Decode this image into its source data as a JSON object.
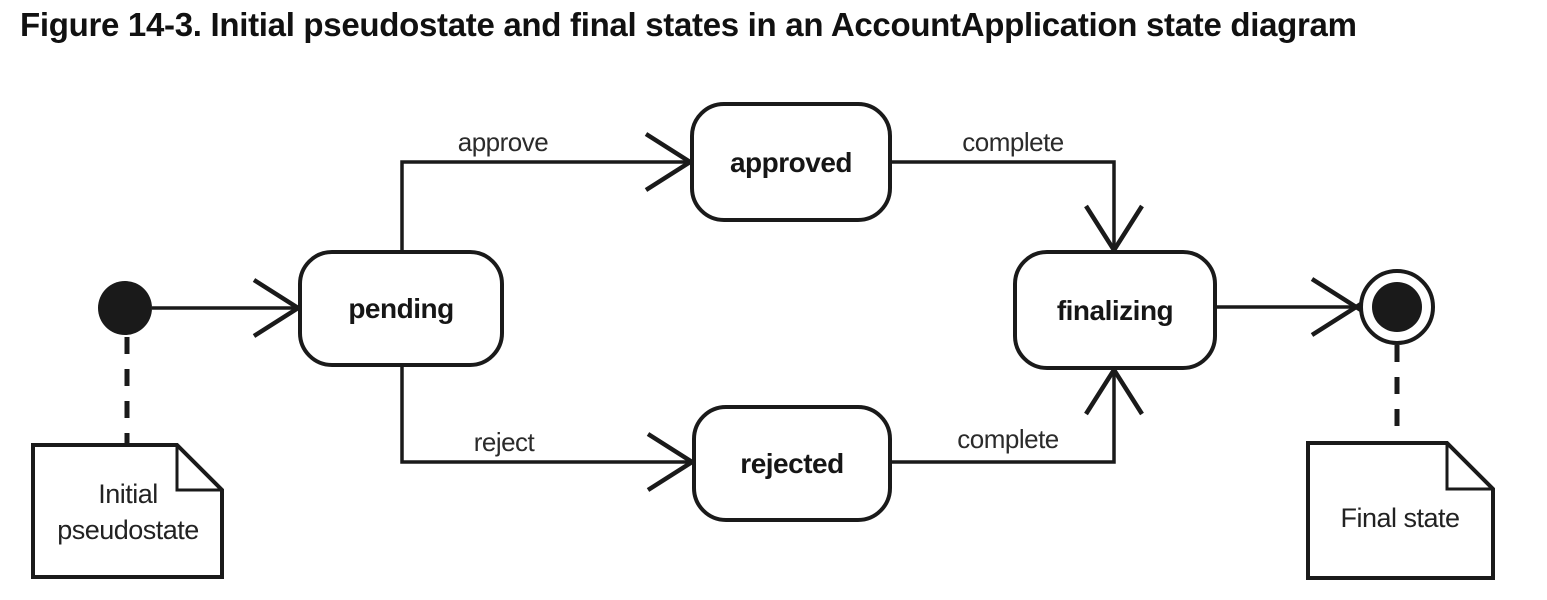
{
  "title": "Figure 14-3. Initial pseudostate and final states in an AccountApplication state diagram",
  "colors": {
    "ink": "#1a1a1a",
    "background": "#ffffff"
  },
  "diagram": {
    "type": "uml-state-diagram",
    "subject": "AccountApplication",
    "states": [
      {
        "id": "pending",
        "label": "pending"
      },
      {
        "id": "approved",
        "label": "approved"
      },
      {
        "id": "rejected",
        "label": "rejected"
      },
      {
        "id": "finalizing",
        "label": "finalizing"
      }
    ],
    "pseudostates": [
      {
        "id": "initial",
        "kind": "initial-pseudostate"
      },
      {
        "id": "final",
        "kind": "final-state"
      }
    ],
    "transitions": [
      {
        "from": "initial",
        "to": "pending",
        "label": ""
      },
      {
        "from": "pending",
        "to": "approved",
        "label": "approve"
      },
      {
        "from": "pending",
        "to": "rejected",
        "label": "reject"
      },
      {
        "from": "approved",
        "to": "finalizing",
        "label": "complete"
      },
      {
        "from": "rejected",
        "to": "finalizing",
        "label": "complete"
      },
      {
        "from": "finalizing",
        "to": "final",
        "label": ""
      }
    ],
    "notes": [
      {
        "attached_to": "initial",
        "lines": [
          "Initial",
          "pseudostate"
        ]
      },
      {
        "attached_to": "final",
        "lines": [
          "Final state"
        ]
      }
    ]
  }
}
